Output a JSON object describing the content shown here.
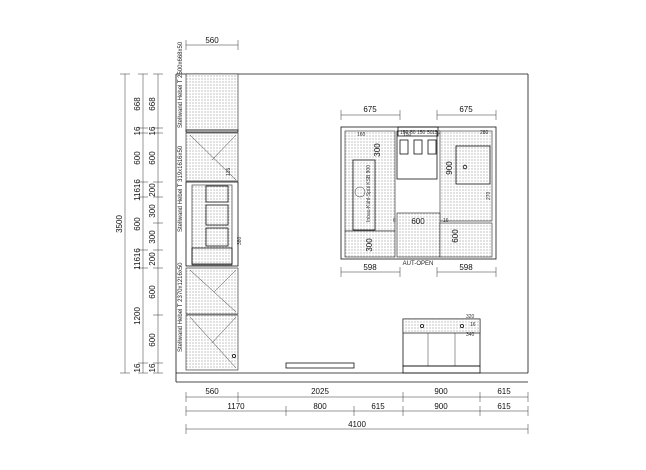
{
  "top_dims": {
    "panel_width": "560"
  },
  "left_dims": {
    "col1_total": "3500",
    "col2": [
      "668",
      "16",
      "600",
      "11616",
      "600",
      "11616",
      "1200",
      "16"
    ],
    "col3": [
      "668",
      "16",
      "600",
      "200",
      "300",
      "300",
      "200",
      "600",
      "600",
      "16"
    ]
  },
  "side_panels": {
    "top": "Stellwand Hebel T 2500x668x50",
    "mid": "Stellwand Hebel T 319x1616x50",
    "bot": "Stellwand Hebel T 2370x1216x50"
  },
  "plan": {
    "top_left_dim": "675",
    "top_right_dim": "675",
    "three_150": [
      "150",
      "50",
      "150",
      "50",
      "150"
    ],
    "bottom_left_dim": "598",
    "bottom_right_dim": "598",
    "label_300_top": "300",
    "label_900": "900",
    "label_600_mid": "600",
    "label_300_bot": "300",
    "label_600_right": "600",
    "label_6": "6",
    "label_16": "16",
    "caption": "AUT-OPEN",
    "rotated_note": "Inbau-Kühl-Spül KSB 900"
  },
  "bottom_dims": {
    "row1": [
      "560",
      "2025",
      "900",
      "615"
    ],
    "row2": [
      "1170",
      "800",
      "615",
      "900",
      "615"
    ],
    "row3": "4100"
  },
  "cabinet": {
    "small_a": "320",
    "small_b": "16",
    "small_c": "340"
  }
}
